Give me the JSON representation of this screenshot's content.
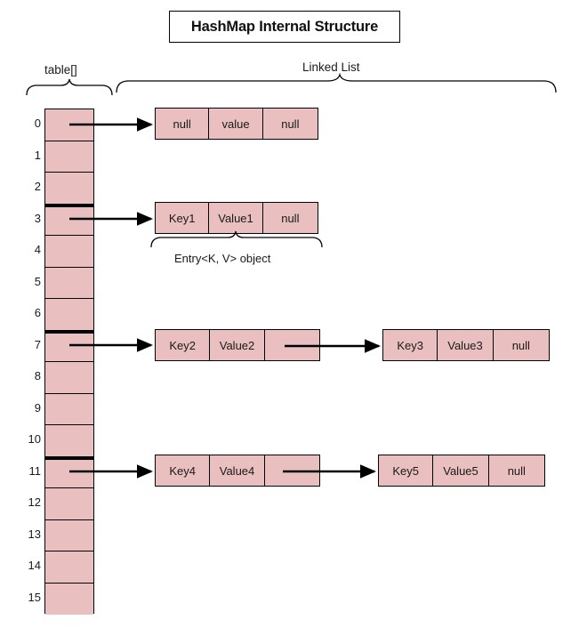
{
  "title": "HashMap Internal Structure",
  "captions": {
    "table_label": "table[]",
    "linked_list_label": "Linked List",
    "entry_label": "Entry<K, V> object"
  },
  "colors": {
    "cell_fill": "#e9bfbf",
    "stroke": "#000000",
    "background": "#ffffff"
  },
  "table": {
    "indices": [
      "0",
      "1",
      "2",
      "3",
      "4",
      "5",
      "6",
      "7",
      "8",
      "9",
      "10",
      "11",
      "12",
      "13",
      "14",
      "15"
    ],
    "occupied_indices": [
      0,
      3,
      7,
      11
    ]
  },
  "buckets": [
    {
      "index": "0",
      "nodes": [
        {
          "key": "null",
          "value": "value",
          "next": "null"
        }
      ]
    },
    {
      "index": "3",
      "nodes": [
        {
          "key": "Key1",
          "value": "Value1",
          "next": "null"
        }
      ]
    },
    {
      "index": "7",
      "nodes": [
        {
          "key": "Key2",
          "value": "Value2",
          "next": ""
        },
        {
          "key": "Key3",
          "value": "Value3",
          "next": "null"
        }
      ]
    },
    {
      "index": "11",
      "nodes": [
        {
          "key": "Key4",
          "value": "Value4",
          "next": ""
        },
        {
          "key": "Key5",
          "value": "Value5",
          "next": "null"
        }
      ]
    }
  ]
}
